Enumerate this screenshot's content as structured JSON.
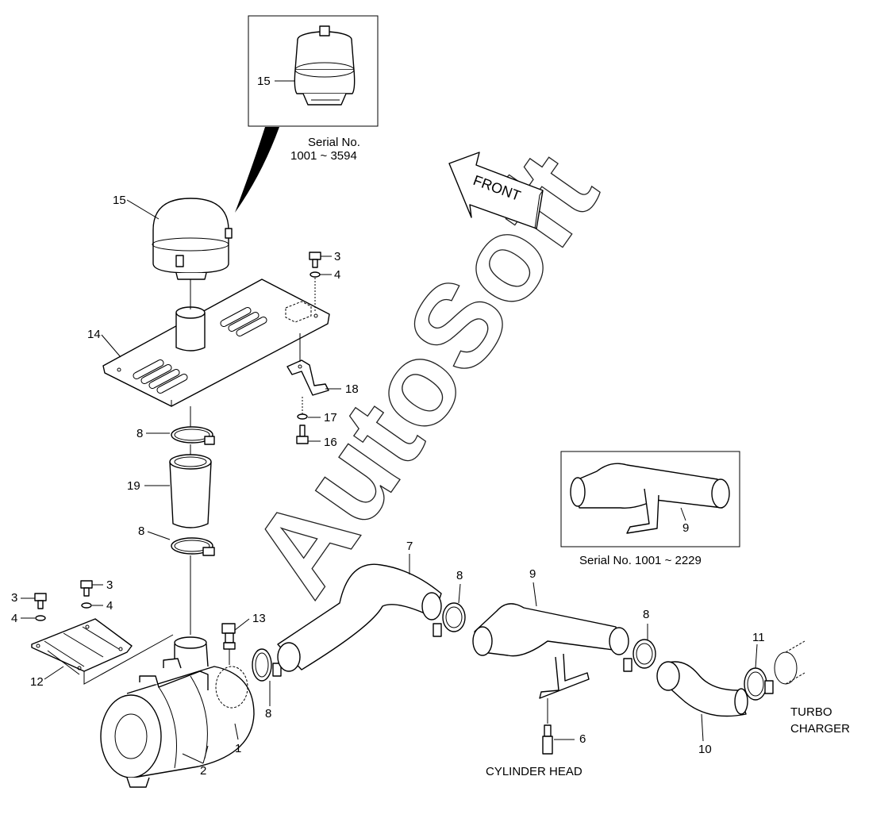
{
  "watermark": "AutoSoft",
  "front_arrow_label": "FRONT",
  "inset_top": {
    "part_no": "15",
    "caption_line1": "Serial No.",
    "caption_line2": "1001 ~ 3594"
  },
  "inset_right": {
    "part_no": "9",
    "caption": "Serial No. 1001 ~ 2229"
  },
  "annotations": {
    "cylinder_head": "CYLINDER HEAD",
    "turbo_line1": "TURBO",
    "turbo_line2": "CHARGER"
  },
  "callouts": {
    "p15_top": "15",
    "p3_top": "3",
    "p4_top": "4",
    "p14": "14",
    "p18": "18",
    "p17": "17",
    "p16": "16",
    "p8_a": "8",
    "p19": "19",
    "p8_b": "8",
    "p3_l1": "3",
    "p3_l2": "3",
    "p4_l1": "4",
    "p4_l2": "4",
    "p12": "12",
    "p13": "13",
    "p8_c": "8",
    "p1": "1",
    "p2": "2",
    "p7": "7",
    "p8_d": "8",
    "p9": "9",
    "p6": "6",
    "p8_e": "8",
    "p11": "11",
    "p10": "10"
  }
}
